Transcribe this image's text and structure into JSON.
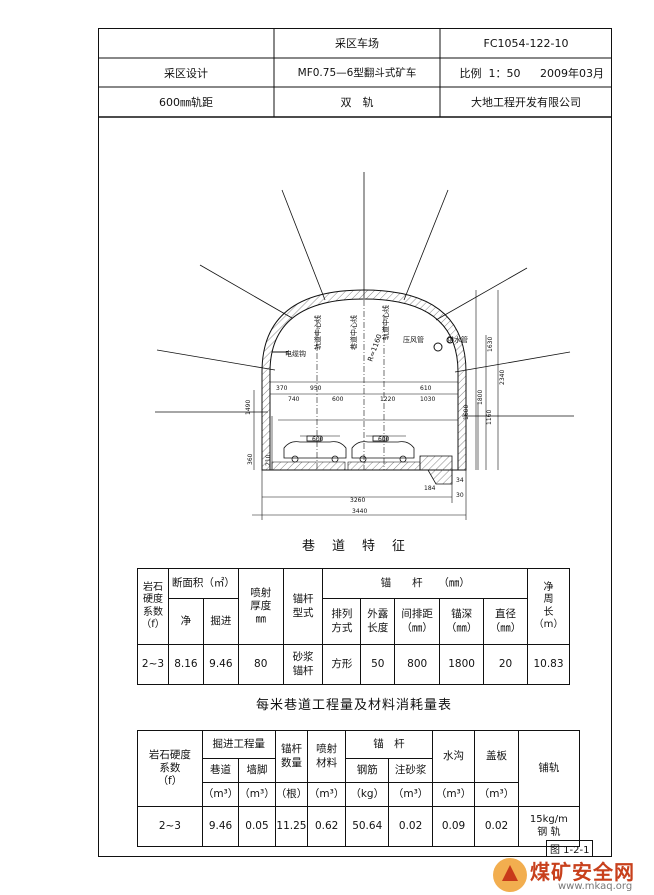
{
  "title_block": {
    "project": "采区车场",
    "drawing_no": "FC1054-122-10",
    "design": "采区设计",
    "vehicle": "MF0.75—6型翻斗式矿车",
    "scale_label": "比例",
    "scale_value": "1：50",
    "date": "2009年03月",
    "gauge": "600㎜轨距",
    "track": "双　轨",
    "company": "大地工程开发有限公司"
  },
  "drawing": {
    "labels": {
      "cable_hook": "电缆钩",
      "pressure_pipe": "压风管",
      "water_pipe": "供水管",
      "centerline_left": "轨道中心线",
      "centerline_mid": "巷道中心线",
      "centerline_right": "轨道中心线",
      "r_label": "R=1160"
    },
    "dims": {
      "d370": "370",
      "d950": "950",
      "d610": "610",
      "d740": "740",
      "d600a": "600",
      "d1220": "1220",
      "d1030": "1030",
      "d600b": "600",
      "d600c": "600",
      "d1630": "1630",
      "d1600": "1600",
      "d1800": "1800",
      "d1160": "1160",
      "d360": "360",
      "d2340": "2340",
      "d1490": "1490",
      "d210": "210",
      "d3260": "3260",
      "d3440": "3440",
      "d184": "184",
      "d34": "34",
      "d30": "30"
    }
  },
  "features": {
    "title": "巷　道　特　征",
    "h_rock": "岩石\n硬度\n系数\n（f）",
    "h_area": "断面积（㎡）",
    "h_net": "净",
    "h_excav": "掘进",
    "h_spray": "喷射\n厚度\n㎜",
    "h_bolt_type": "锚杆\n型式",
    "h_bolt": "锚　　杆　　（㎜）",
    "h_arr": "排列\n方式",
    "h_exposed": "外露\n长度",
    "h_spacing": "间排距\n（㎜）",
    "h_depth": "锚深\n（㎜）",
    "h_dia": "直径\n（㎜）",
    "h_perim": "净\n周\n长\n（m）",
    "row": {
      "rock": "2~3",
      "net": "8.16",
      "excav": "9.46",
      "spray": "80",
      "bolt_type": "砂浆\n锚杆",
      "arr": "方形",
      "exposed": "50",
      "spacing": "800",
      "depth": "1800",
      "dia": "20",
      "perim": "10.83"
    }
  },
  "materials": {
    "title": "每米巷道工程量及材料消耗量表",
    "h_rock": "岩石硬度\n系数\n（f）",
    "h_excav": "掘进工程量",
    "h_roadway": "巷道",
    "h_footing": "墙脚",
    "h_unit_m3a": "（m³）",
    "h_unit_m3b": "（m³）",
    "h_bolt_qty": "锚杆\n数量",
    "h_bolt_unit": "（根）",
    "h_spray": "喷射\n材料",
    "h_spray_unit": "（m³）",
    "h_bolt": "锚　杆",
    "h_rebar": "钢筋",
    "h_rebar_unit": "（kg）",
    "h_grout": "注砂浆",
    "h_grout_unit": "（m³）",
    "h_ditch": "水沟",
    "h_ditch_unit": "（m³）",
    "h_cover": "盖板",
    "h_cover_unit": "（m³）",
    "h_rail": "铺轨",
    "row": {
      "rock": "2~3",
      "roadway": "9.46",
      "footing": "0.05",
      "bolt_qty": "11.25",
      "spray": "0.62",
      "rebar": "50.64",
      "grout": "0.02",
      "ditch": "0.09",
      "cover": "0.02",
      "rail": "15kg/m\n钢 轨"
    }
  },
  "figure_no": "图 1-2-1",
  "watermark": {
    "text": "煤矿安全网",
    "url": "www.mkaq.org"
  }
}
